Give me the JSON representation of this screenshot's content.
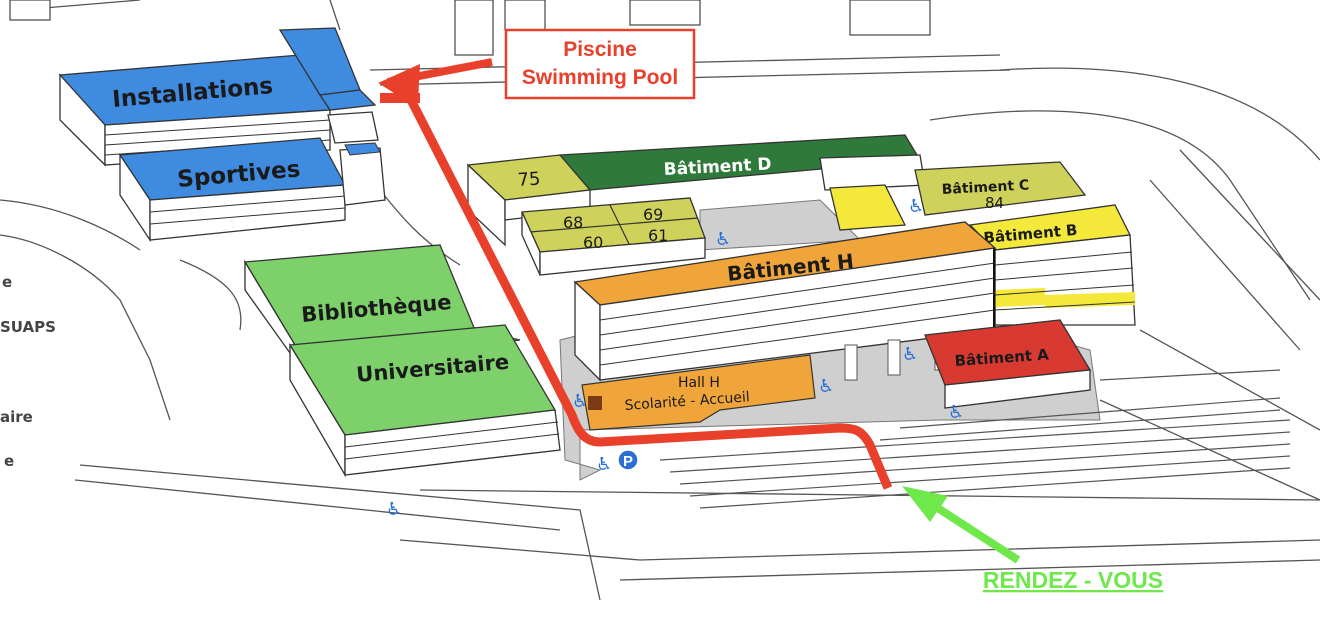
{
  "labels": {
    "installations": "Installations",
    "sportives": "Sportives",
    "bibliotheque": "Bibliothèque",
    "universitaire": "Universitaire",
    "batiment_d": "Bâtiment D",
    "batiment_c": "Bâtiment C",
    "batiment_c_num": "84",
    "batiment_b": "Bâtiment B",
    "batiment_h": "Bâtiment H",
    "batiment_a": "Bâtiment A",
    "room_75": "75",
    "room_68": "68",
    "room_69": "69",
    "room_60": "60",
    "room_61": "61",
    "hall_h": "Hall H",
    "hall_h_sub": "Scolarité - Accueil"
  },
  "callouts": {
    "pool_fr": "Piscine",
    "pool_en": "Swimming Pool",
    "meeting": "RENDEZ - VOUS"
  },
  "sidebar_fragments": {
    "frag1": "e",
    "frag2": "SUAPS",
    "frag3": "aire",
    "frag4": "e"
  },
  "icons": {
    "accessibility": "wheelchair-icon",
    "parking": "parking-icon",
    "parking_letter": "P"
  },
  "colors": {
    "sports_blue": "#3f8be0",
    "library_green": "#7dd06a",
    "bat_d_green": "#2f7a3a",
    "olive": "#cfd25a",
    "bat_h_orange": "#f0a53a",
    "bat_b_yellow": "#f4e83a",
    "bat_a_red": "#d83a32",
    "route_red": "#e8402a",
    "meeting_green": "#6ee84a",
    "plaza_grey": "#cfcfcf"
  }
}
